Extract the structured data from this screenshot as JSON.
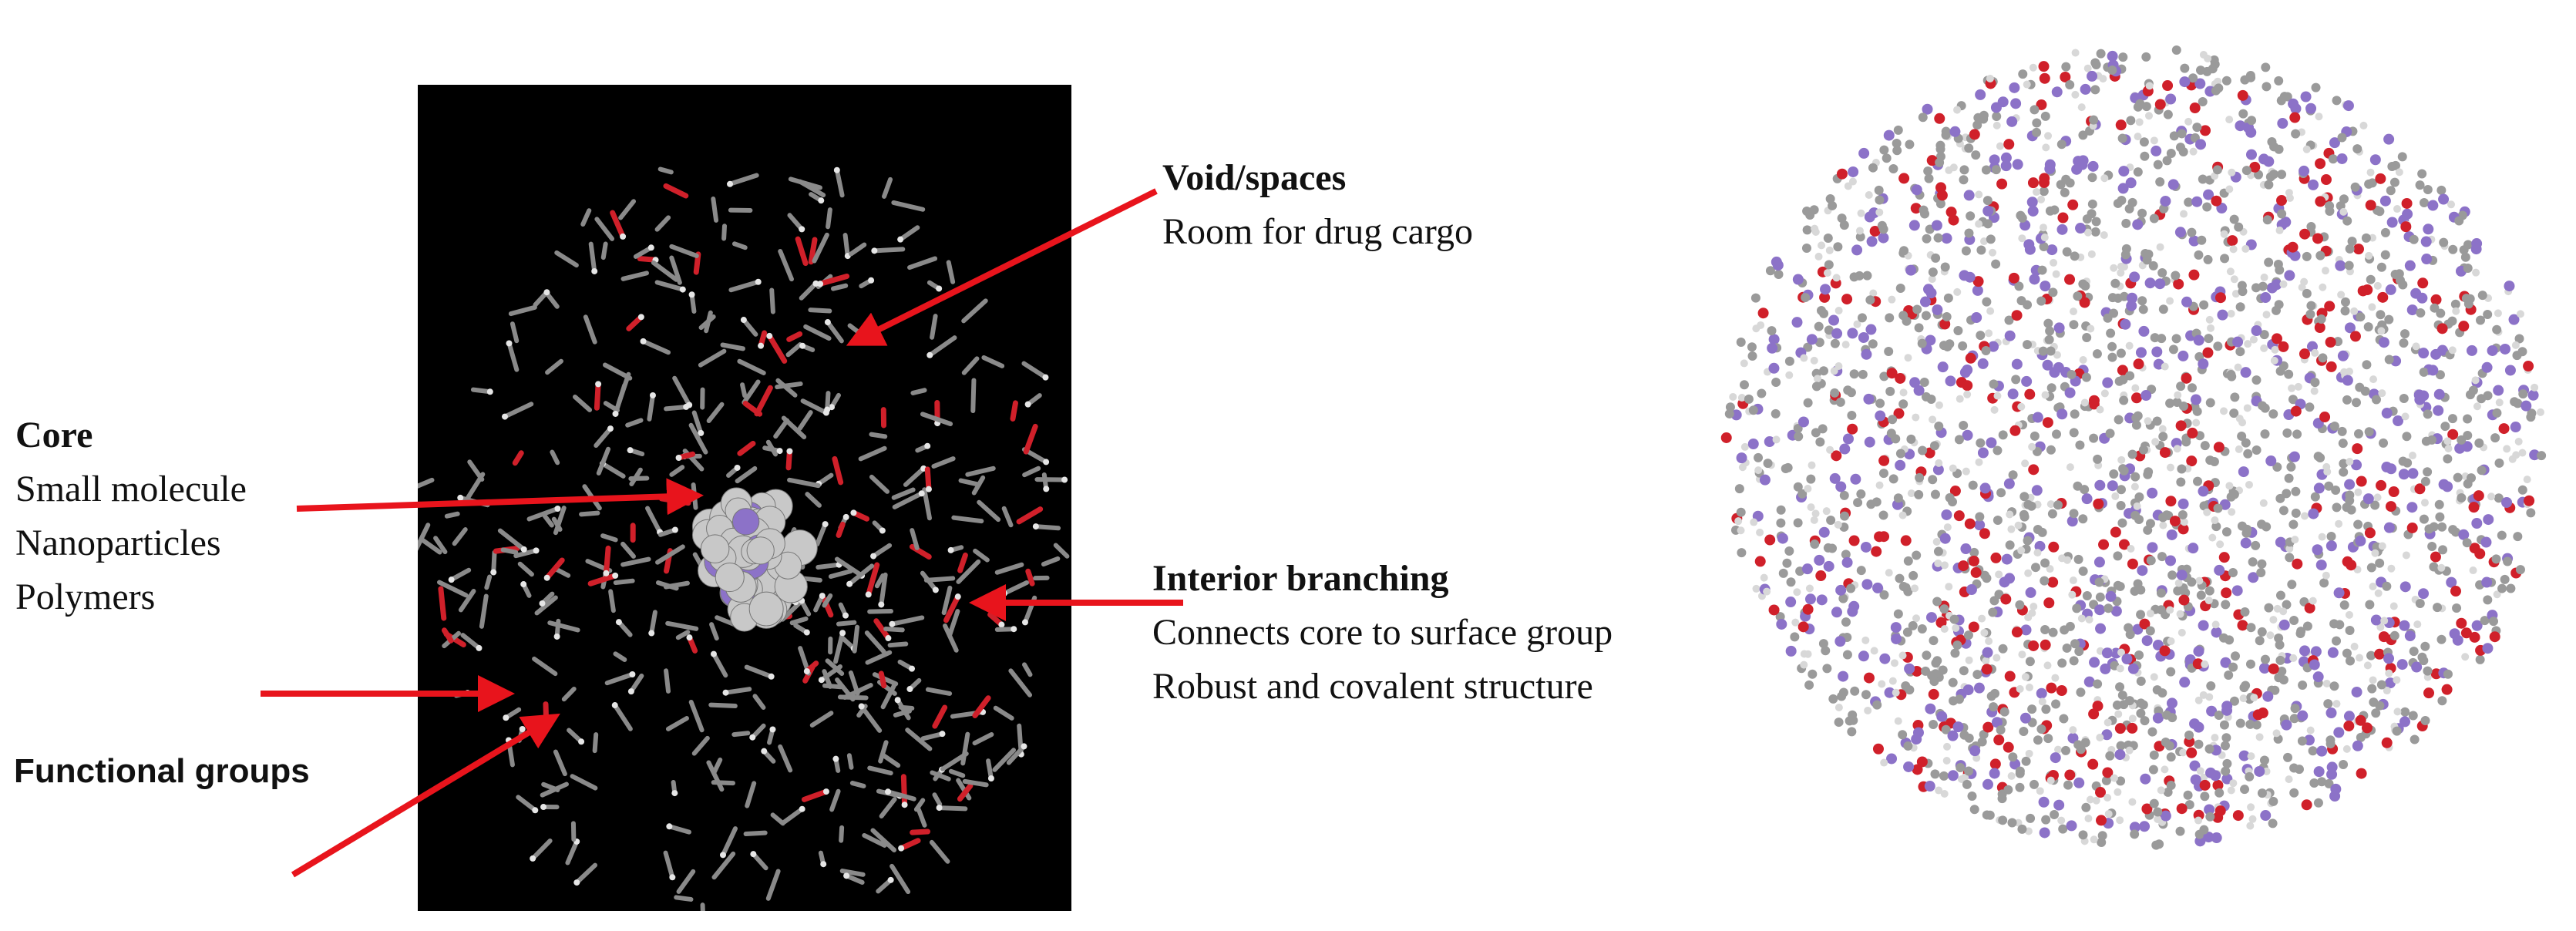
{
  "labels": {
    "void": {
      "title": "Void/spaces",
      "lines": [
        "Room for drug cargo"
      ]
    },
    "core": {
      "title": "Core",
      "lines": [
        "Small molecule",
        "Nanoparticles",
        "Polymers"
      ]
    },
    "interior": {
      "title": "Interior branching",
      "lines": [
        "Connects core to surface group",
        "Robust and covalent structure"
      ]
    },
    "functional": {
      "title": "Functional groups"
    }
  },
  "colors": {
    "arrow": "#e8141c",
    "panel_background": "#000000",
    "bond": "#8a8a8a",
    "oxygen": "#d0202a",
    "nitrogen": "#8c72c8",
    "carbon_sphere": "#c8c8c8"
  }
}
